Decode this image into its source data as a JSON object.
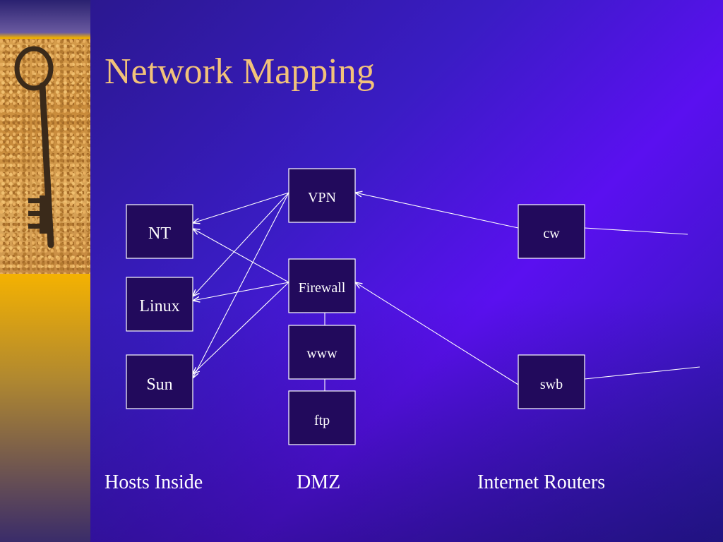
{
  "slide": {
    "title": "Network Mapping"
  },
  "diagram": {
    "nodes": {
      "nt": "NT",
      "linux": "Linux",
      "sun": "Sun",
      "vpn": "VPN",
      "firewall": "Firewall",
      "www": "www",
      "ftp": "ftp",
      "cw": "cw",
      "swb": "swb"
    },
    "groups": {
      "hosts_inside": "Hosts Inside",
      "dmz": "DMZ",
      "internet_routers": "Internet Routers"
    }
  },
  "colors": {
    "title": "#f2c27a",
    "background": "#3a1cc4",
    "node_fill": "#220a5c",
    "line": "#ffffff",
    "side_bar": "#f6b300"
  },
  "icons": {
    "decoration": "key-image"
  }
}
